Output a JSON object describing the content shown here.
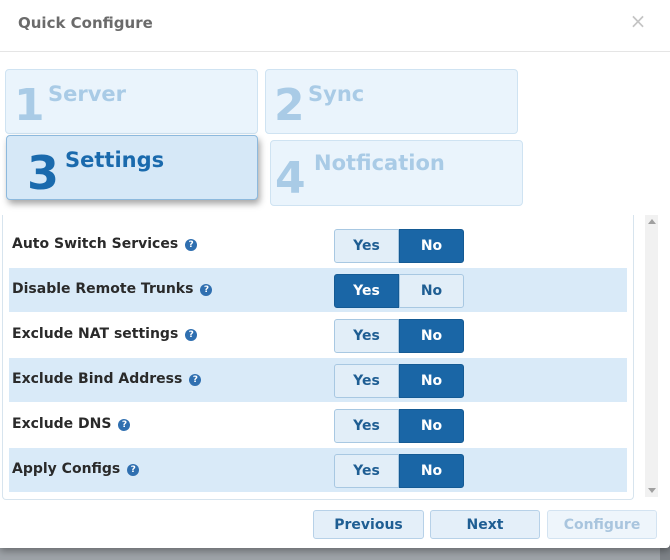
{
  "dialog": {
    "title": "Quick Configure",
    "close_glyph": "×"
  },
  "steps": [
    {
      "num": "1",
      "label": "Server",
      "state": "inactive"
    },
    {
      "num": "2",
      "label": "Sync",
      "state": "inactive"
    },
    {
      "num": "3",
      "label": "Settings",
      "state": "active"
    },
    {
      "num": "4",
      "label": "Notfication",
      "state": "inactive"
    }
  ],
  "settings": [
    {
      "label": "Auto Switch Services",
      "yes": "Yes",
      "no": "No",
      "selected": "No"
    },
    {
      "label": "Disable Remote Trunks",
      "yes": "Yes",
      "no": "No",
      "selected": "Yes"
    },
    {
      "label": "Exclude NAT settings",
      "yes": "Yes",
      "no": "No",
      "selected": "No"
    },
    {
      "label": "Exclude Bind Address",
      "yes": "Yes",
      "no": "No",
      "selected": "No"
    },
    {
      "label": "Exclude DNS",
      "yes": "Yes",
      "no": "No",
      "selected": "No"
    },
    {
      "label": "Apply Configs",
      "yes": "Yes",
      "no": "No",
      "selected": "No"
    }
  ],
  "help_glyph": "?",
  "footer": {
    "previous": "Previous",
    "next": "Next",
    "configure": "Configure"
  },
  "colors": {
    "accent": "#1a66a6",
    "toggle_off": "#e2eef8",
    "row_alt": "#d9eaf8",
    "step_inactive": "#eaf4fc"
  }
}
